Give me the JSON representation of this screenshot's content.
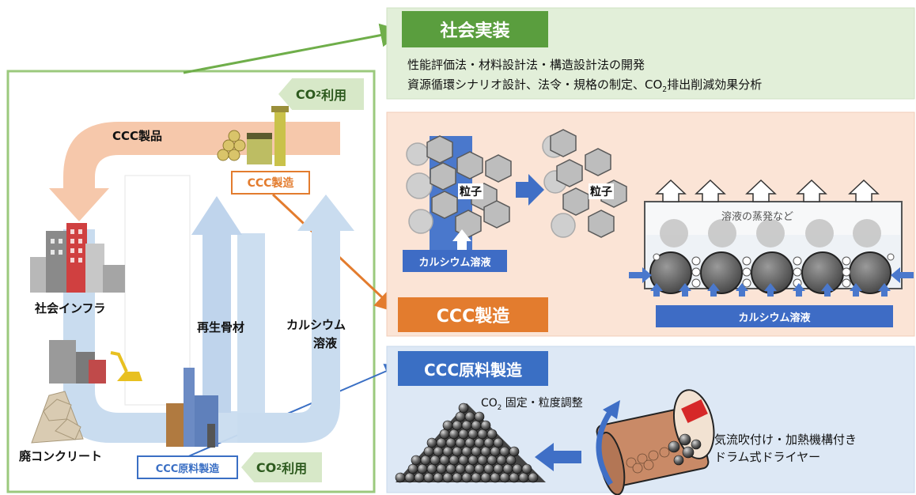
{
  "colors": {
    "frame_green": "#8cc06a",
    "society_green": "#5a9e3e",
    "manufacture_orange": "#e37c2e",
    "material_blue": "#3a6fc4",
    "calcium_blue": "#3e6cc5",
    "cycle_arrow_orange": "#f4c2a4",
    "cycle_arrow_blue": "#bcd3ea",
    "co2_tag_bg": "#d7e8c8"
  },
  "cycle": {
    "co2_use_top": {
      "prefix": "CO",
      "sub": "2",
      "suffix": "利用"
    },
    "co2_use_bottom": {
      "prefix": "CO",
      "sub": "2",
      "suffix": "利用"
    },
    "ccc_product": "CCC製品",
    "ccc_manufacture": "CCC製造",
    "social_infra": "社会インフラ",
    "recycled_aggregate": "再生骨材",
    "calcium_solution_line1": "カルシウム",
    "calcium_solution_line2": "溶液",
    "waste_concrete": "廃コンクリート",
    "ccc_material_manufacture": "CCC原料製造"
  },
  "panels": {
    "society": {
      "title": "社会実装",
      "line1": "性能評価法・材料設計法・構造設計法の開発",
      "line2_prefix": "資源循環シナリオ設計、法令・規格の制定、CO",
      "line2_sub": "2",
      "line2_suffix": "排出削減効果分析"
    },
    "manufacture": {
      "title": "CCC製造",
      "particle_1": "粒子",
      "particle_2": "粒子",
      "calcium_solution_left": "カルシウム溶液",
      "calcium_solution_bottom": "カルシウム溶液",
      "evaporation": "溶液の蒸発など"
    },
    "material": {
      "title": "CCC原料製造",
      "co2_prefix": "CO",
      "co2_sub": "2",
      "co2_suffix": " 固定・粒度調整",
      "dryer_line1": "気流吹付け・加熱機構付き",
      "dryer_line2": "ドラム式ドライヤー"
    }
  }
}
